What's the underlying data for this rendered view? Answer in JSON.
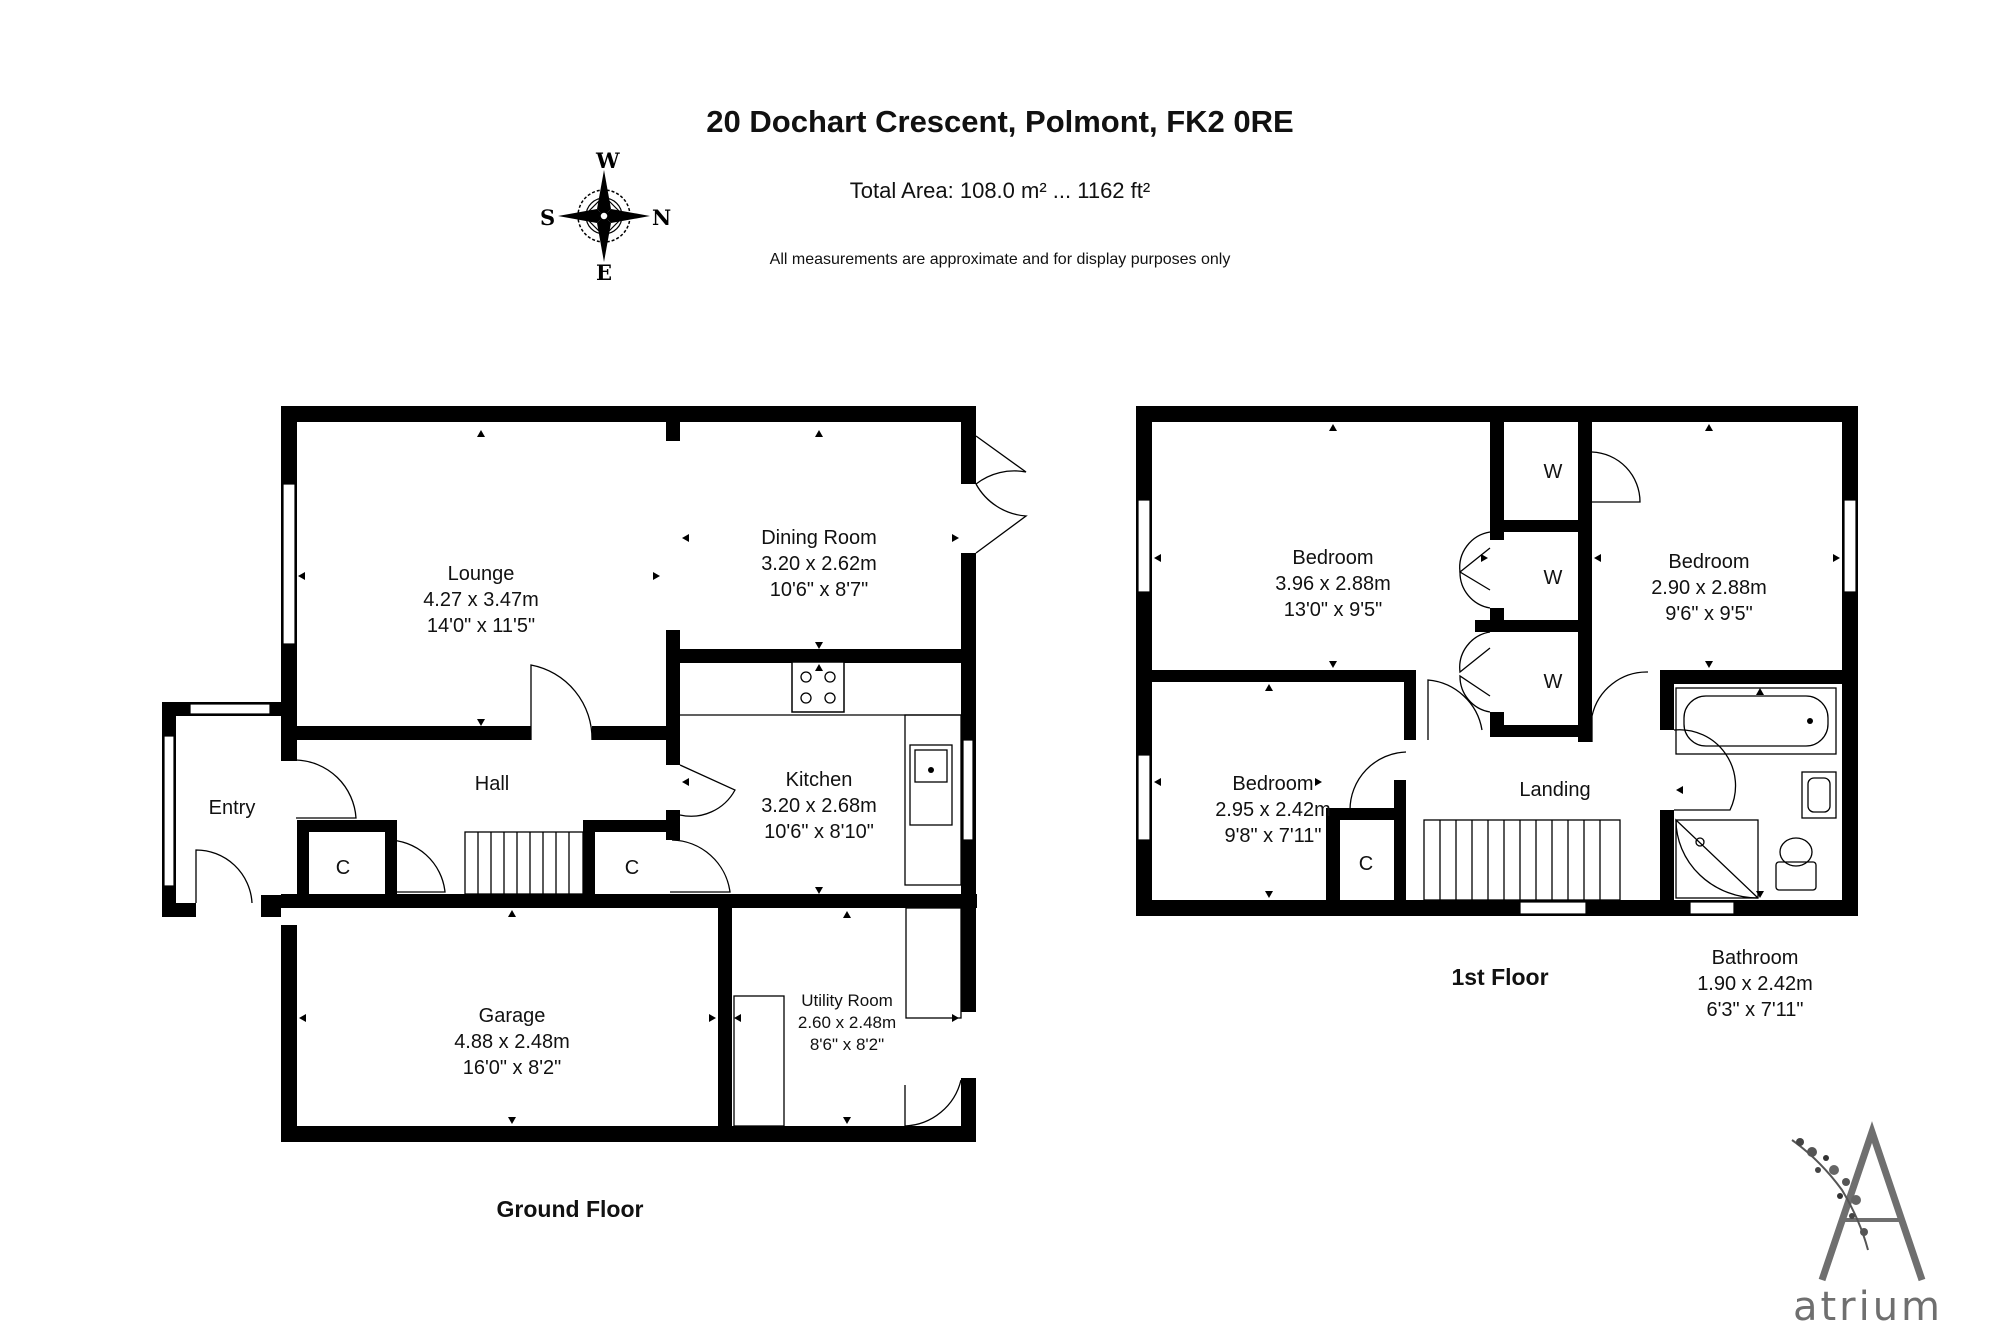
{
  "header": {
    "title": "20 Dochart Crescent, Polmont, FK2 0RE",
    "total_area": "Total Area: 108.0 m² ... 1162 ft²",
    "disclaimer": "All measurements are approximate and for display purposes only"
  },
  "compass": {
    "north": "N",
    "south": "S",
    "east": "E",
    "west": "W"
  },
  "floors": {
    "ground_label": "Ground Floor",
    "first_label": "1st Floor"
  },
  "ground_rooms": {
    "lounge": {
      "name": "Lounge",
      "metric": "4.27 x 3.47m",
      "imperial": "14'0\" x 11'5\""
    },
    "dining": {
      "name": "Dining Room",
      "metric": "3.20 x 2.62m",
      "imperial": "10'6\" x 8'7\""
    },
    "kitchen": {
      "name": "Kitchen",
      "metric": "3.20 x 2.68m",
      "imperial": "10'6\" x 8'10\""
    },
    "hall": {
      "name": "Hall"
    },
    "entry": {
      "name": "Entry"
    },
    "cupboard_left": {
      "name": "C"
    },
    "cupboard_right": {
      "name": "C"
    },
    "garage": {
      "name": "Garage",
      "metric": "4.88 x 2.48m",
      "imperial": "16'0\" x 8'2\""
    },
    "utility": {
      "name": "Utility Room",
      "metric": "2.60 x 2.48m",
      "imperial": "8'6\" x 8'2\""
    }
  },
  "first_rooms": {
    "bedroom1": {
      "name": "Bedroom",
      "metric": "3.96 x 2.88m",
      "imperial": "13'0\" x 9'5\""
    },
    "bedroom2": {
      "name": "Bedroom",
      "metric": "2.90 x 2.88m",
      "imperial": "9'6\" x 9'5\""
    },
    "bedroom3": {
      "name": "Bedroom",
      "metric": "2.95 x 2.42m",
      "imperial": "9'8\" x 7'11\""
    },
    "landing": {
      "name": "Landing"
    },
    "wardrobe1": {
      "name": "W"
    },
    "wardrobe2": {
      "name": "W"
    },
    "wardrobe3": {
      "name": "W"
    },
    "cupboard": {
      "name": "C"
    },
    "bathroom": {
      "name": "Bathroom",
      "metric": "1.90 x 2.42m",
      "imperial": "6'3\" x 7'11\""
    }
  },
  "brand": {
    "name": "atrium"
  }
}
